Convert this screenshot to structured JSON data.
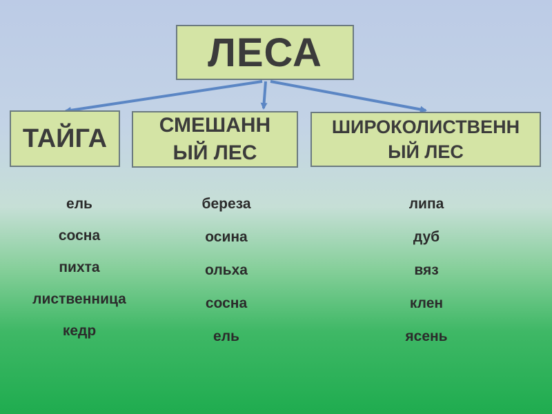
{
  "root": {
    "label": "ЛЕСА"
  },
  "categories": [
    {
      "label": "ТАЙГА",
      "items": [
        "ель",
        "сосна",
        "пихта",
        "лиственница",
        "кедр"
      ]
    },
    {
      "label": "СМЕШАНН ЫЙ ЛЕС",
      "line1": "СМЕШАНН",
      "line2": "ЫЙ ЛЕС",
      "items": [
        "береза",
        "осина",
        "ольха",
        "сосна",
        "ель"
      ]
    },
    {
      "label": "ШИРОКОЛИСТВЕНН ЫЙ ЛЕС",
      "line1": "ШИРОКОЛИСТВЕНН",
      "line2": "ЫЙ ЛЕС",
      "items": [
        "липа",
        "дуб",
        "вяз",
        "клен",
        "ясень"
      ]
    }
  ],
  "colors": {
    "box_fill": "#d4e4a5",
    "box_border": "#6b7a7f",
    "arrow": "#5b86c4"
  }
}
